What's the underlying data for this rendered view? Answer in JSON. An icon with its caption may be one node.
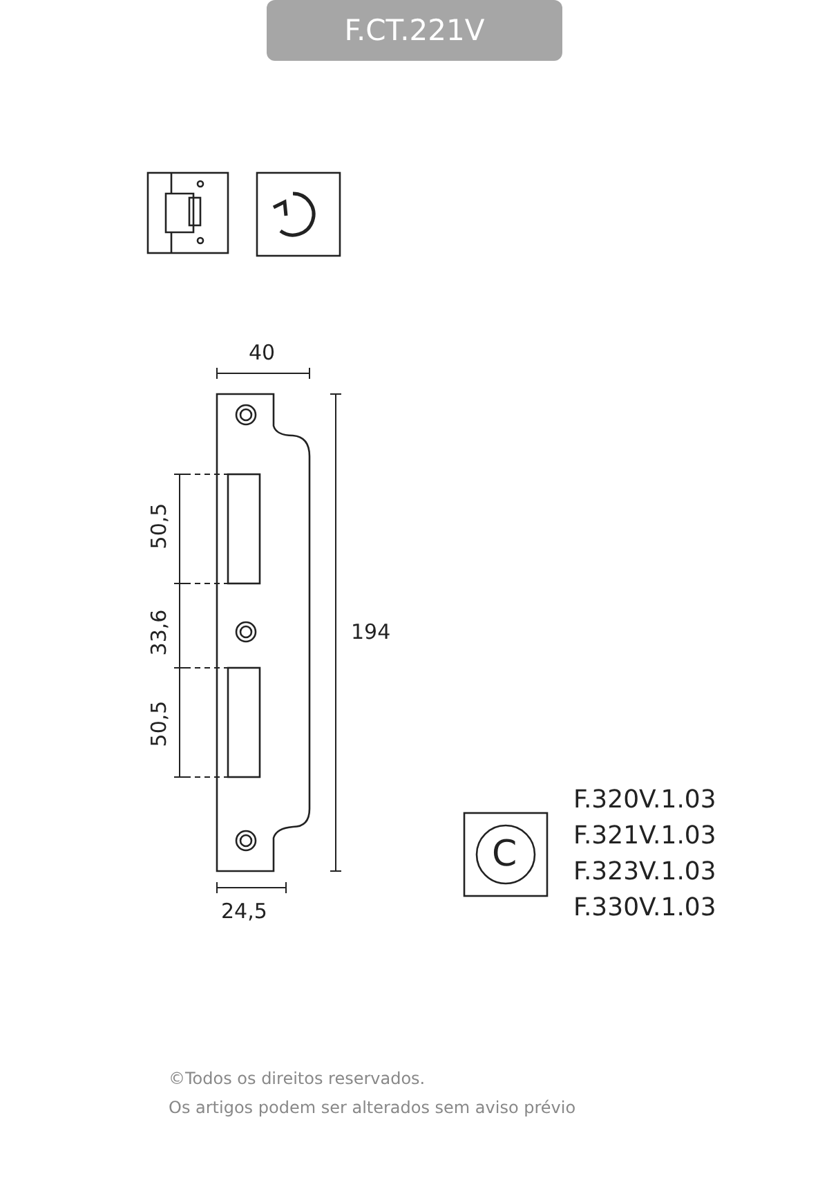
{
  "diagram": {
    "title": "F.CT.221V",
    "labels": [
      "40",
      "50,5",
      "33,6",
      "194",
      "50,5",
      "24,5",
      "C",
      "F.320V.1.03",
      "F.321V.1.03",
      "F.323V.1.03",
      "F.330V.1.03",
      "©Todos os direitos reservados.",
      "Os artigos podem ser alterados sem aviso prévio"
    ]
  }
}
